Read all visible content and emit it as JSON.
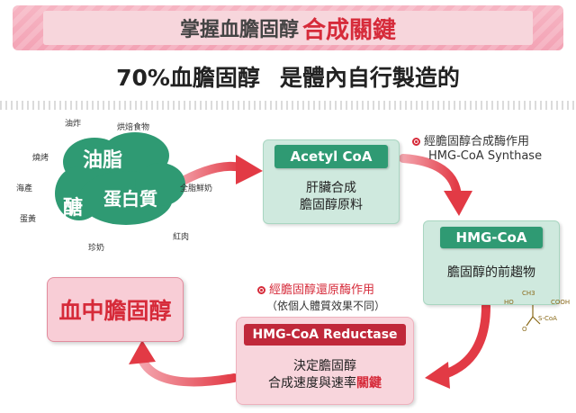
{
  "header": {
    "title_part1": "掌握血膽固醇",
    "title_part2": "合成關鍵"
  },
  "subtitle": {
    "part1": "70%血膽固醇",
    "part2": "是體內自行製造的"
  },
  "food_cloud": {
    "main": [
      "油脂",
      "醣",
      "蛋白質"
    ],
    "surrounding": [
      "油炸",
      "烘焙食物",
      "燒烤",
      "海產",
      "蛋黃",
      "全脂鮮奶",
      "紅肉",
      "珍奶"
    ]
  },
  "nodes": {
    "acetyl": {
      "tag": "Acetyl CoA",
      "line1": "肝臟合成",
      "line2": "膽固醇原料"
    },
    "hmg": {
      "tag": "HMG-CoA",
      "line1": "膽固醇的前趨物"
    },
    "reductase": {
      "tag": "HMG-CoA Reductase",
      "line1": "決定膽固醇",
      "line2a": "合成速度與速率",
      "line2b": "關鍵"
    },
    "blood": {
      "label": "血中膽固醇"
    }
  },
  "notes": {
    "synthase_line1": "經膽固醇合成酶作用",
    "synthase_line2": "HMG-CoA Synthase",
    "reductase_line1": "經膽固醇還原酶作用",
    "reductase_line2": "（依個人體質效果不同）"
  },
  "structure_labels": {
    "ch3": "CH3",
    "ho": "HO",
    "cooh": "COOH",
    "scoa": "S-CoA",
    "o": "O"
  },
  "colors": {
    "accent_red": "#d62b3a",
    "green": "#2f9a73",
    "arrow_red": "#e23a45"
  }
}
